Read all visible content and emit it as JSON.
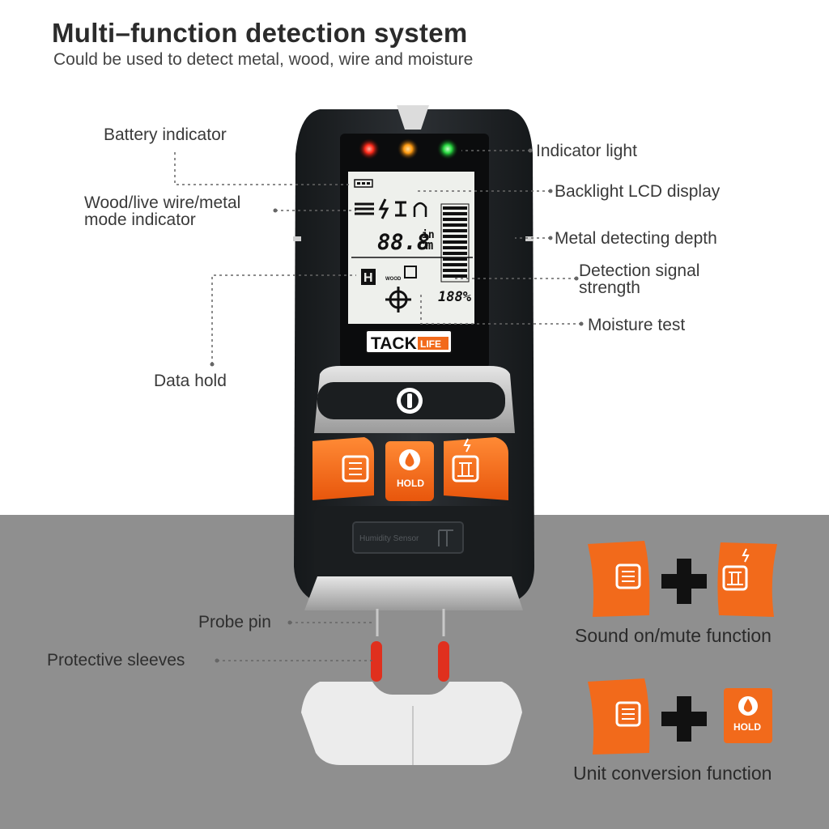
{
  "header": {
    "title": "Multi–function detection system",
    "subtitle": "Could be used to detect metal, wood, wire and moisture"
  },
  "callouts": {
    "battery_indicator": "Battery indicator",
    "mode_indicator_line1": "Wood/live wire/metal",
    "mode_indicator_line2": "mode indicator",
    "data_hold": "Data hold",
    "indicator_light": "Indicator light",
    "backlight_lcd": "Backlight LCD display",
    "metal_depth": "Metal detecting depth",
    "signal_strength_line1": "Detection signal",
    "signal_strength_line2": "strength",
    "moisture_test": "Moisture test",
    "probe_pin": "Probe pin",
    "protective_sleeves": "Protective sleeves"
  },
  "device": {
    "brand_main": "TACK",
    "brand_sub": "LIFE",
    "lcd_reading": "88.8",
    "lcd_unit_top": "in",
    "lcd_unit_bottom": "cm",
    "lcd_percent": "188%",
    "lcd_hold": "H",
    "lcd_wood": "WOOD",
    "hold_button_label": "HOLD",
    "sensor_label": "Humidity Sensor"
  },
  "functions": {
    "sound_mute": "Sound on/mute function",
    "unit_conversion": "Unit conversion function",
    "hold_label": "HOLD"
  },
  "colors": {
    "accent_orange": "#f26a1b",
    "body_dark": "#222629",
    "lcd_bg": "#eef0ec",
    "grey_band": "#8f8f8f"
  }
}
